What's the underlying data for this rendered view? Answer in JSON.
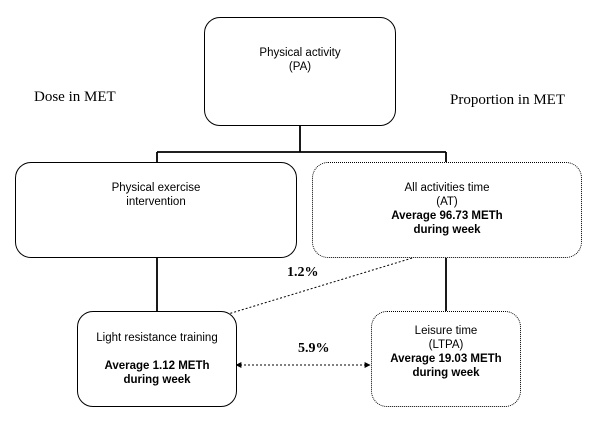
{
  "labels": {
    "left": "Dose in MET",
    "right": "Proportion in MET"
  },
  "nodes": {
    "pa": {
      "line1": "Physical activity",
      "line2": "(PA)"
    },
    "exercise": {
      "line1": "Physical exercise",
      "line2": "intervention"
    },
    "at": {
      "line1": "All activities time",
      "line2": "(AT)",
      "bold1": "Average 96.73 METh",
      "bold2": "during week"
    },
    "lrt": {
      "line1": "Light resistance training",
      "bold1": "Average 1.12 METh",
      "bold2": "during week"
    },
    "ltpa": {
      "line1": "Leisure time",
      "line2": "(LTPA)",
      "bold1": "Average 19.03 METh",
      "bold2": "during week"
    }
  },
  "edges": {
    "lrt_at": "1.2%",
    "lrt_ltpa": "5.9%"
  }
}
